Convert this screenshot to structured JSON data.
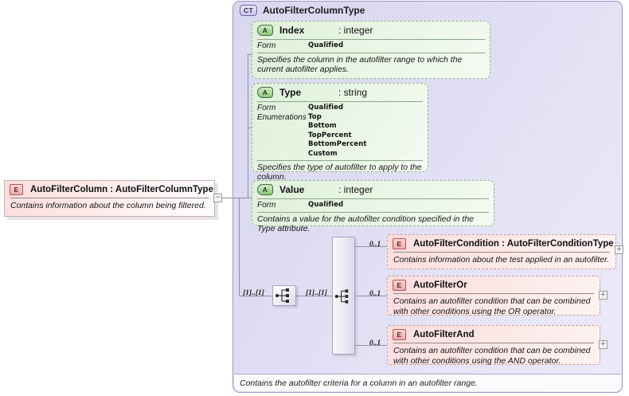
{
  "diagram": {
    "title": "AutoFilterColumnType",
    "type_badge": "CT",
    "footer_doc": "Contains the autofilter criteria for a column in an autofilter range."
  },
  "root_element": {
    "badge": "E",
    "name": "AutoFilterColumn : AutoFilterColumnType",
    "doc": "Contains information about the column being filtered.",
    "toggle": "−"
  },
  "attributes": [
    {
      "badge": "A",
      "name": "Index",
      "type": ": integer",
      "prop_labels": [
        "Form"
      ],
      "prop_values": [
        "Qualified"
      ],
      "doc": "Specifies the column in the autofilter range to which the current autofilter applies."
    },
    {
      "badge": "A",
      "name": "Type",
      "type": ": string",
      "prop_labels": [
        "Form",
        "Enumerations"
      ],
      "prop_values": [
        "Qualified",
        "Top",
        "Bottom",
        "TopPercent",
        "BottomPercent",
        "Custom"
      ],
      "doc": "Specifies the type of autofilter to apply to the column."
    },
    {
      "badge": "A",
      "name": "Value",
      "type": ": integer",
      "prop_labels": [
        "Form"
      ],
      "prop_values": [
        "Qualified"
      ],
      "doc": "Contains a value for the autofilter condition specified in the Type attribute."
    }
  ],
  "compositors": [
    {
      "id": "sequence-outer",
      "icon": "sequence-icon",
      "occurrence_left": "[1]..[1]"
    },
    {
      "id": "sequence-inner",
      "icon": "sequence-icon",
      "occurrence_left": "[1]..[1]"
    }
  ],
  "child_elements": [
    {
      "badge": "E",
      "name": "AutoFilterCondition : AutoFilterConditionType",
      "doc": "Contains information about the test applied in an autofilter.",
      "occurrence": "0..1",
      "toggle": "+"
    },
    {
      "badge": "E",
      "name": "AutoFilterOr",
      "doc": "Contains an autofilter condition that can be combined with other conditions using the OR operator.",
      "occurrence": "0..1",
      "toggle": "+"
    },
    {
      "badge": "E",
      "name": "AutoFilterAnd",
      "doc": "Contains an autofilter condition that can be combined with other conditions using the AND operator.",
      "occurrence": "0..1",
      "toggle": "+"
    }
  ],
  "colors": {
    "container_bg": "#dedcf2",
    "container_border": "#9a98c8",
    "attribute_bg": "#e4f2de",
    "attribute_border": "#8fb98f",
    "element_bg": "#fbe7e6",
    "element_border": "#c9a0a0",
    "line": "#8f8fa8"
  }
}
